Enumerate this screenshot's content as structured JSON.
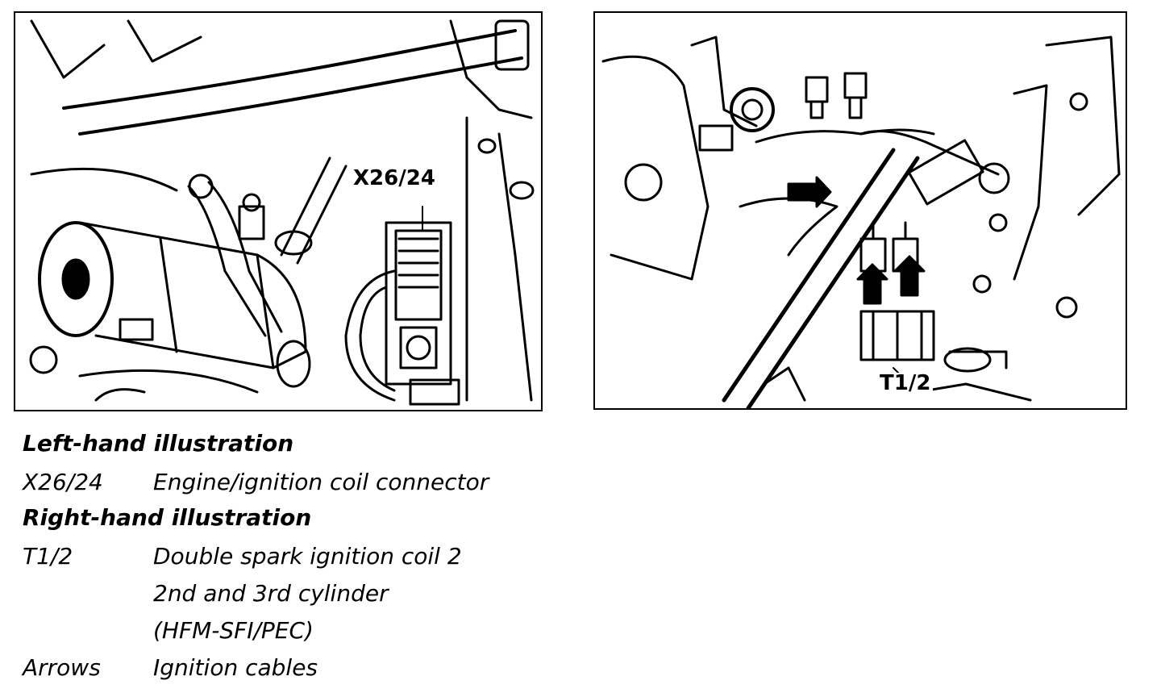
{
  "figure": {
    "left_callout": "X26/24",
    "right_callout": "T1/2"
  },
  "legend": {
    "left_heading": "Left-hand illustration",
    "left_items": [
      {
        "code": "X26/24",
        "lines": [
          "Engine/ignition coil connector"
        ]
      }
    ],
    "right_heading": "Right-hand illustration",
    "right_items": [
      {
        "code": "T1/2",
        "lines": [
          "Double spark ignition coil 2",
          "2nd and 3rd cylinder",
          "(HFM-SFI/PEC)"
        ]
      },
      {
        "code": "Arrows",
        "lines": [
          "Ignition cables"
        ]
      }
    ]
  },
  "colors": {
    "ink": "#000000",
    "paper": "#ffffff"
  }
}
